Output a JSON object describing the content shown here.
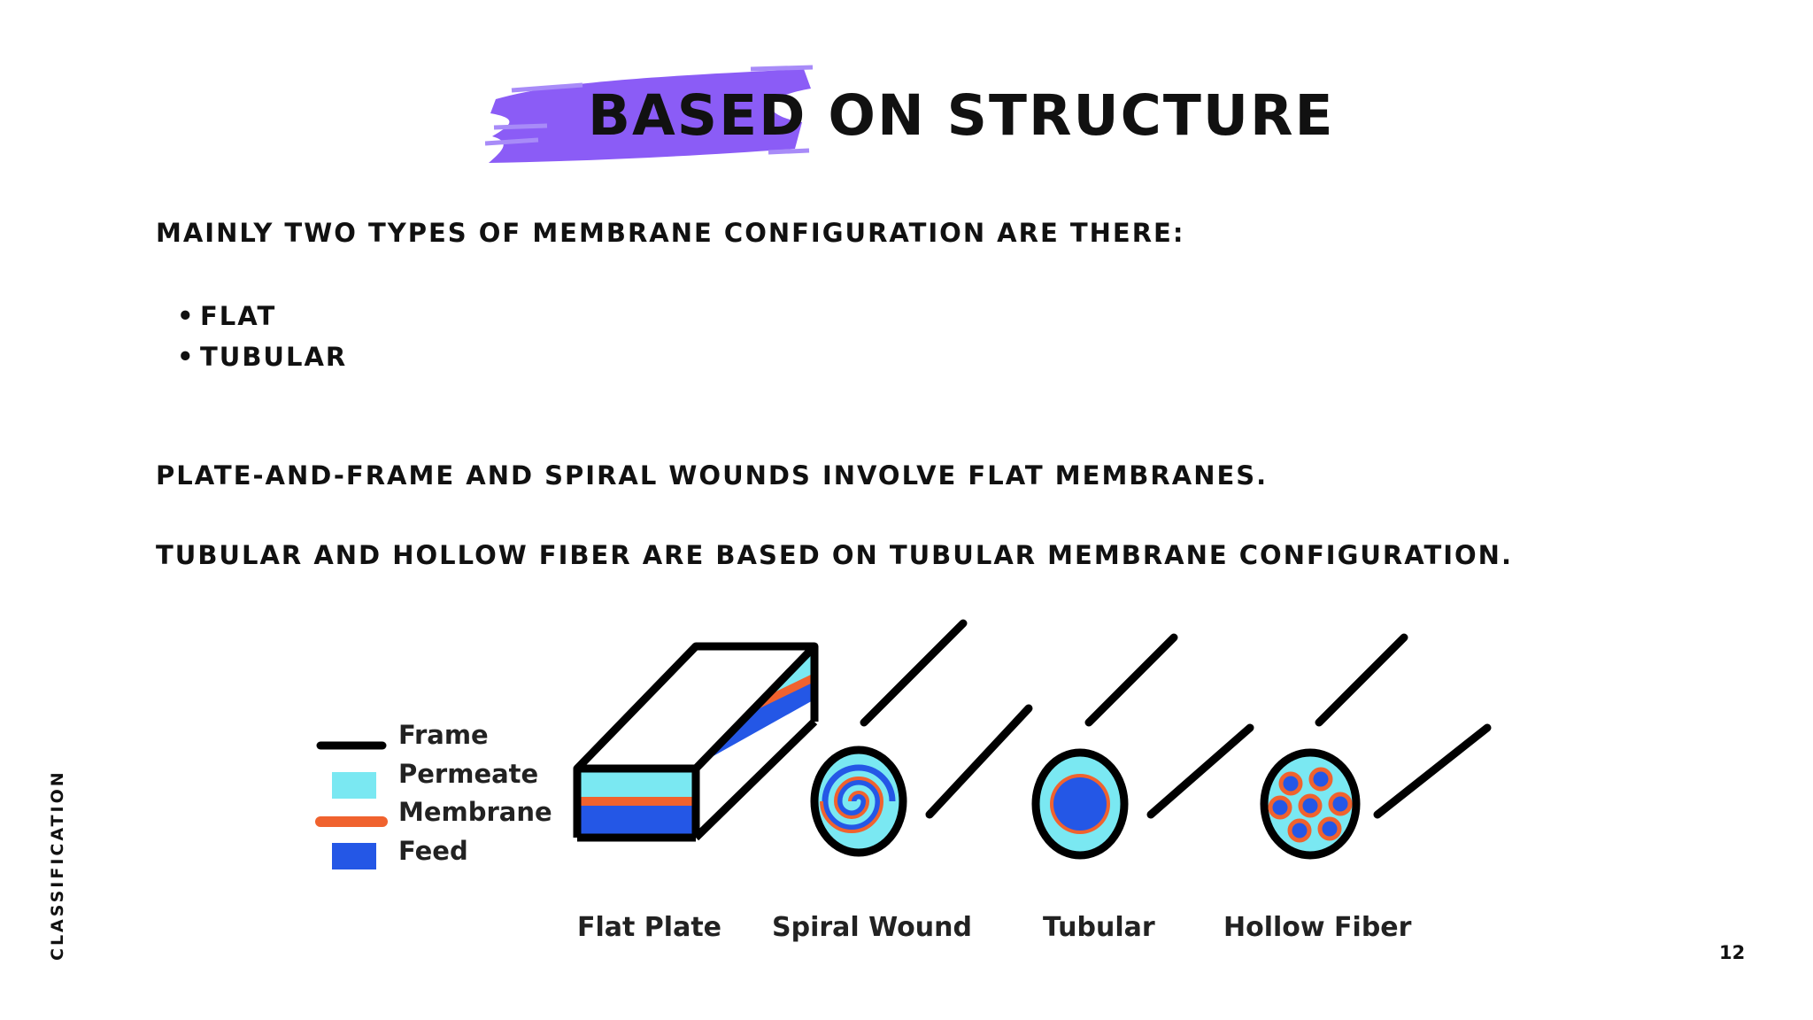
{
  "slide": {
    "title": "BASED ON STRUCTURE",
    "intro": "MAINLY TWO TYPES OF MEMBRANE CONFIGURATION ARE THERE:",
    "bullets": [
      "FLAT",
      "TUBULAR"
    ],
    "statement_1": "PLATE-AND-FRAME AND SPIRAL WOUNDS INVOLVE FLAT MEMBRANES.",
    "statement_2": "TUBULAR AND HOLLOW FIBER ARE BASED ON TUBULAR MEMBRANE CONFIGURATION.",
    "side_label": "CLASSIFICATION",
    "page_number": "12",
    "accent_color": "#8b5cf6"
  },
  "diagram": {
    "legend": [
      {
        "label": "Frame",
        "color": "#000000"
      },
      {
        "label": "Permeate",
        "color": "#7ae8f2"
      },
      {
        "label": "Membrane",
        "color": "#f0622e"
      },
      {
        "label": "Feed",
        "color": "#2457e6"
      }
    ],
    "modules": [
      {
        "label": "Flat Plate"
      },
      {
        "label": "Spiral Wound"
      },
      {
        "label": "Tubular"
      },
      {
        "label": "Hollow Fiber"
      }
    ]
  }
}
